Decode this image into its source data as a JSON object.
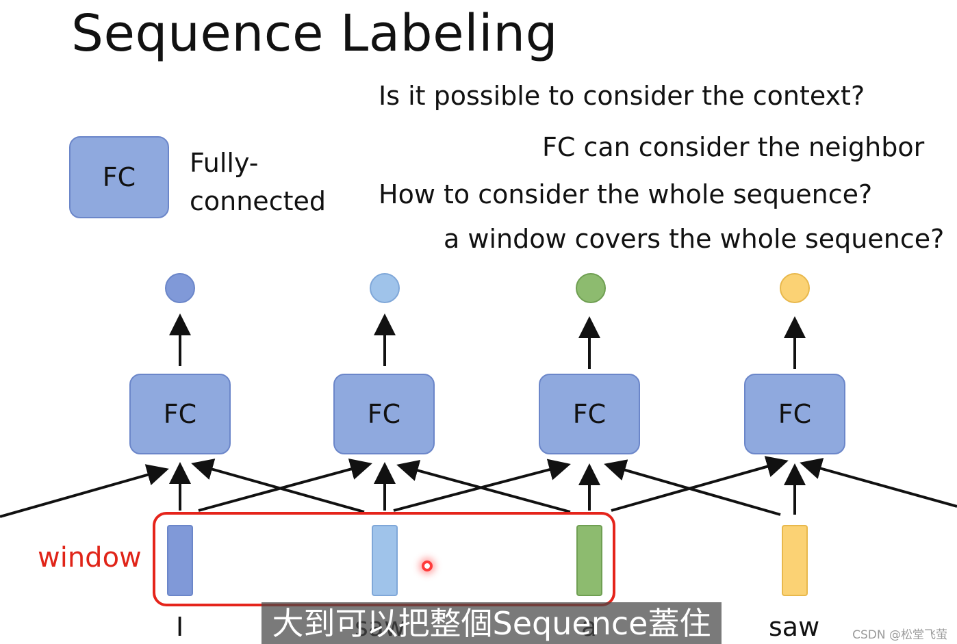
{
  "slide": {
    "title": "Sequence Labeling",
    "questions": [
      "Is it possible to consider the context?",
      "FC can consider the neighbor",
      "How to consider the whole sequence?",
      "a window covers the whole sequence?"
    ],
    "legend": {
      "box_label": "FC",
      "description": "Fully-connected"
    },
    "fc_blocks": [
      "FC",
      "FC",
      "FC",
      "FC"
    ],
    "outputs": [
      {
        "fill": "#8099d8",
        "stroke": "#6b86c9"
      },
      {
        "fill": "#9fc3ea",
        "stroke": "#7fa7d8"
      },
      {
        "fill": "#8dbb6f",
        "stroke": "#6f9f52"
      },
      {
        "fill": "#fbd274",
        "stroke": "#e8b84c"
      }
    ],
    "features": [
      {
        "fill": "#8099d8",
        "stroke": "#6b86c9"
      },
      {
        "fill": "#9fc3ea",
        "stroke": "#7fa7d8"
      },
      {
        "fill": "#8dbb6f",
        "stroke": "#6f9f52"
      },
      {
        "fill": "#fbd274",
        "stroke": "#e8b84c"
      }
    ],
    "window_label": "window",
    "words": [
      "I",
      "saw",
      "a",
      "saw"
    ]
  },
  "subtitle": "大到可以把整個Sequence蓋住",
  "watermark": "CSDN @松堂飞萤",
  "colors": {
    "window_red": "#e5241b",
    "fc_fill": "#8fa9de",
    "fc_border": "#6b86c9"
  }
}
